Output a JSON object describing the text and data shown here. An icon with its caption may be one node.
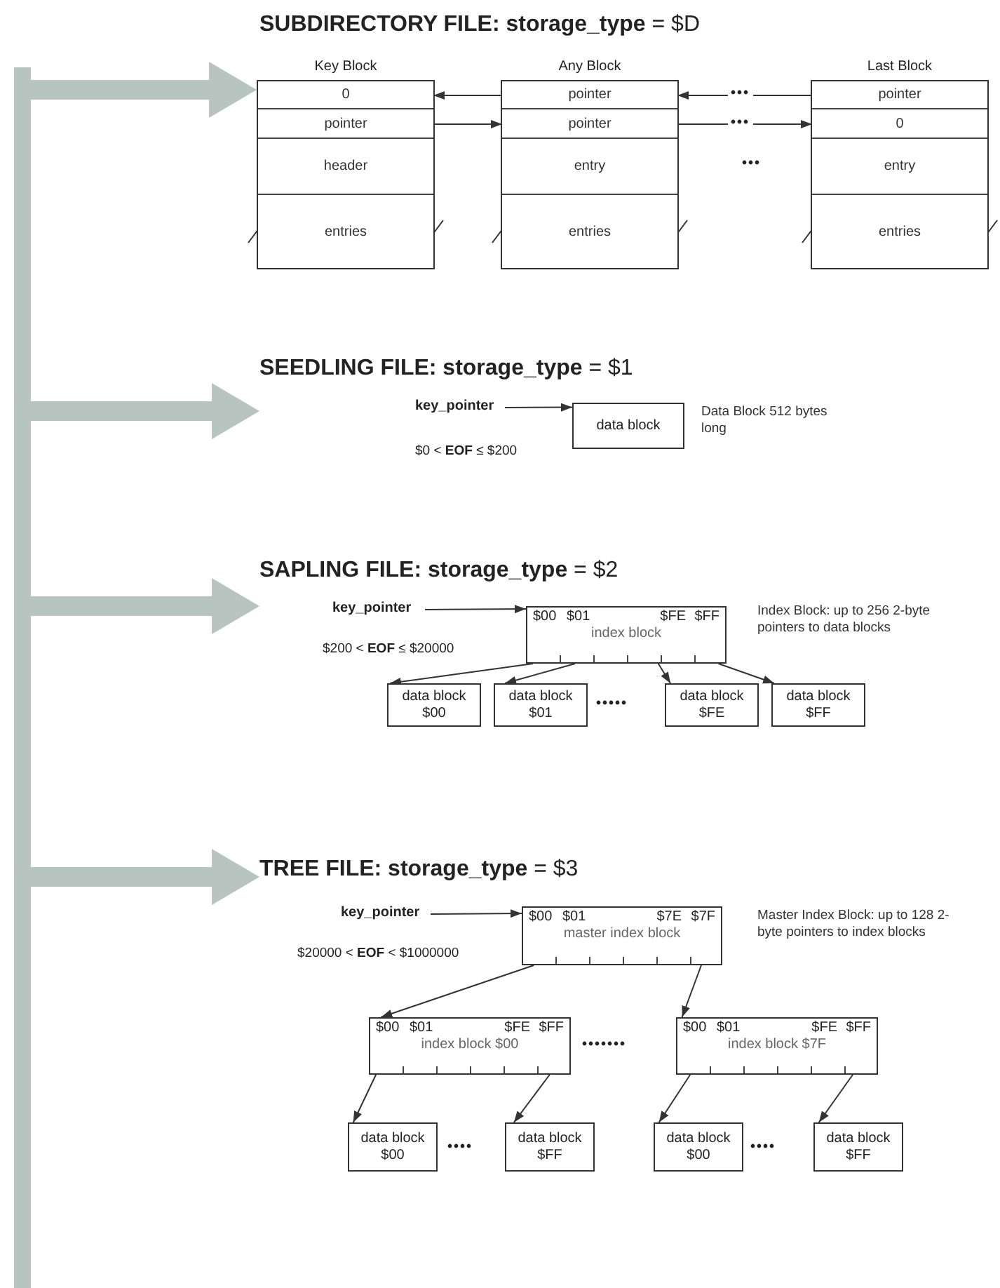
{
  "diagram": {
    "nodes": [
      {
        "text": [
          "Key Block"
        ]
      },
      {
        "text": [
          "0"
        ],
        "in": 0
      },
      {
        "text": [
          "pointer"
        ],
        "in": 0
      },
      {
        "text": [
          "header"
        ],
        "in": 0
      },
      {
        "text": [
          "entries"
        ],
        "in": 0
      },
      {
        "text": [
          "Any Block"
        ]
      },
      {
        "text": [
          "pointer"
        ],
        "in": 5
      },
      {
        "text": [
          "pointer"
        ],
        "in": 5
      },
      {
        "text": [
          "entry"
        ],
        "in": 5
      },
      {
        "text": [
          "entries"
        ],
        "in": 5
      },
      {
        "text": [
          "Last Block"
        ]
      },
      {
        "text": [
          "pointer"
        ],
        "in": 10
      },
      {
        "text": [
          "0"
        ],
        "in": 10
      },
      {
        "text": [
          "entry"
        ],
        "in": 10
      },
      {
        "text": [
          "entries"
        ],
        "in": 10
      },
      {
        "text": [
          "key_pointer"
        ]
      },
      {
        "text": [
          "data block"
        ],
        "beside": [
          "Data Block 512 bytes long"
        ]
      },
      {
        "text": [
          "key_pointer"
        ]
      },
      {
        "text": [
          "$00",
          "$01",
          "$FE",
          "$FF",
          "index block"
        ],
        "beside": [
          "Index Block: up to 256 2-byte pointers to data blocks"
        ]
      },
      {
        "text": [
          "data block $00"
        ]
      },
      {
        "text": [
          "data block $01"
        ]
      },
      {
        "text": [
          "data block $FE"
        ]
      },
      {
        "text": [
          "data block $FF"
        ]
      },
      {
        "text": [
          "key_pointer"
        ]
      },
      {
        "text": [
          "$00",
          "$01",
          "$7E",
          "$7F",
          "master index block"
        ],
        "beside": [
          "Master Index Block: up to 128 2-byte pointers to index blocks"
        ]
      },
      {
        "text": [
          "$00",
          "$01",
          "$FE",
          "$FF",
          "index block $00"
        ]
      },
      {
        "text": [
          "$00",
          "$01",
          "$FE",
          "$FF",
          "index block $7F"
        ]
      },
      {
        "text": [
          "data block $00"
        ]
      },
      {
        "text": [
          "data block $FF"
        ]
      },
      {
        "text": [
          "data block $00"
        ]
      },
      {
        "text": [
          "data block $FF"
        ]
      },
      {
        "text": [],
        "shape": "bar"
      }
    ],
    "edges": [
      {
        "from": 6,
        "to": 1,
        "arrow": "to"
      },
      {
        "from": 2,
        "to": 7,
        "arrow": "to"
      },
      {
        "from": 7,
        "to": 12,
        "arrow": "to",
        "label": "•••"
      },
      {
        "from": 11,
        "to": 6,
        "arrow": "to",
        "label": "•••"
      },
      {
        "from": 15,
        "to": 16,
        "arrow": "to"
      },
      {
        "from": 17,
        "to": 18,
        "arrow": "to"
      },
      {
        "from": 18,
        "to": 19,
        "arrow": "to"
      },
      {
        "from": 18,
        "to": 20,
        "arrow": "to"
      },
      {
        "from": 18,
        "to": 21,
        "arrow": "to"
      },
      {
        "from": 18,
        "to": 22,
        "arrow": "to"
      },
      {
        "from": 23,
        "to": 24,
        "arrow": "to"
      },
      {
        "from": 24,
        "to": 25,
        "arrow": "to"
      },
      {
        "from": 24,
        "to": 26,
        "arrow": "to"
      },
      {
        "from": 25,
        "to": 27,
        "arrow": "to"
      },
      {
        "from": 25,
        "to": 28,
        "arrow": "to"
      },
      {
        "from": 26,
        "to": 29,
        "arrow": "to"
      },
      {
        "from": 26,
        "to": 30,
        "arrow": "to"
      },
      {
        "from": 31,
        "to": 0,
        "arrow": "to",
        "style": "thick",
        "color": "#b8c4c0"
      },
      {
        "from": 31,
        "to": null,
        "arrow": "to",
        "style": "thick",
        "color": "#b8c4c0"
      },
      {
        "from": 31,
        "to": null,
        "arrow": "to",
        "style": "thick",
        "color": "#b8c4c0"
      },
      {
        "from": 31,
        "to": null,
        "arrow": "to",
        "style": "thick",
        "color": "#b8c4c0"
      }
    ],
    "labels": [
      "**SUBDIRECTORY FILE: storage_type** = $D",
      "•••",
      "**SEEDLING FILE: storage_type** = $1",
      "$0 < **EOF** ≤ $200",
      "**SAPLING FILE: storage_type** = $2",
      "$200 < **EOF** ≤ $20000",
      "•••••",
      "**TREE FILE: storage_type** = $3",
      "$20000 < **EOF** < $1000000",
      "•••••••",
      "••••",
      "••••"
    ]
  }
}
